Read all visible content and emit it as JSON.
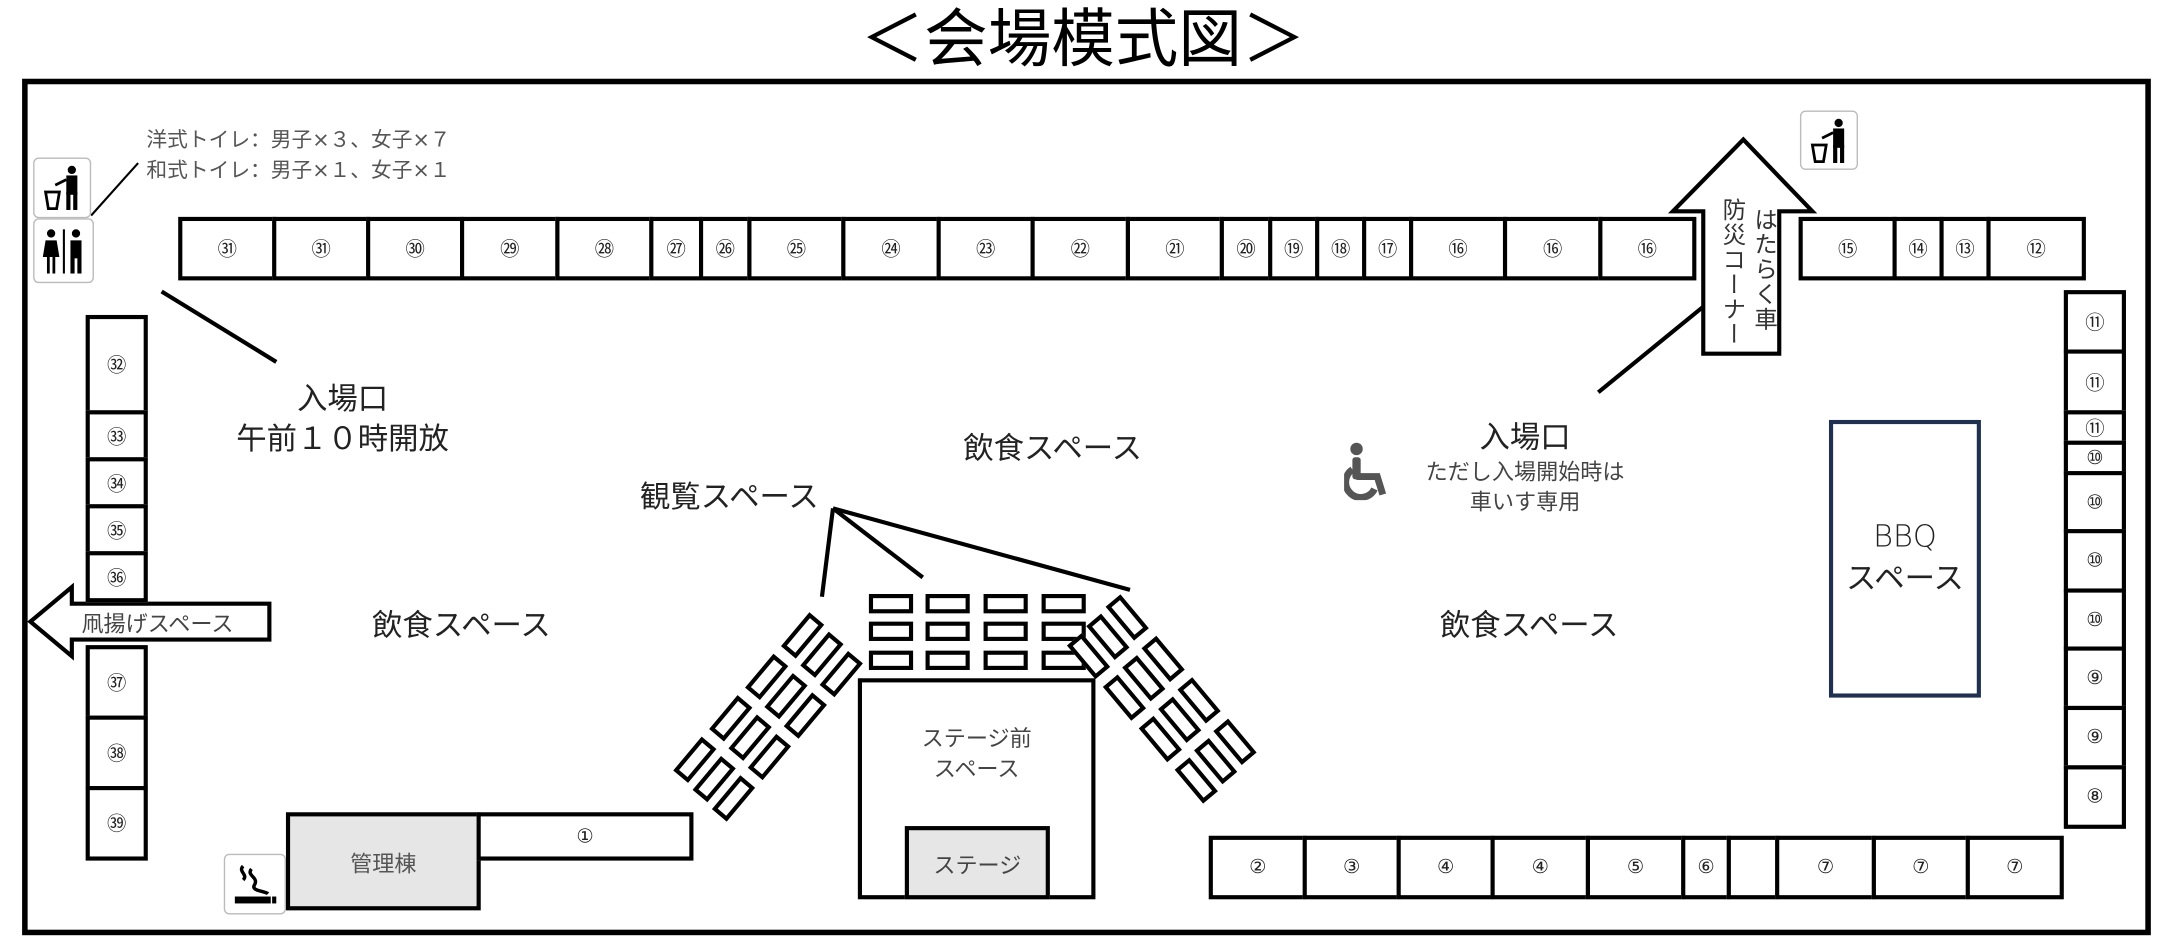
{
  "title": "＜会場模式図＞",
  "toilets": {
    "western": "洋式トイレ：男子×３、女子×７",
    "japanese": "和式トイレ：男子×１、女子×１"
  },
  "entrance_left": {
    "label": "入場口",
    "note": "午前１０時開放"
  },
  "entrance_right": {
    "label": "入場口",
    "note1": "ただし入場開始時は",
    "note2": "車いす専用"
  },
  "areas": {
    "food_center": "飲食スペース",
    "food_left": "飲食スペース",
    "food_right": "飲食スペース",
    "viewing": "観覧スペース",
    "bbq1": "BBQ",
    "bbq2": "スペース",
    "kite": "凧揚げスペース",
    "office": "管理棟",
    "stage_front1": "ステージ前",
    "stage_front2": "スペース",
    "stage": "ステージ",
    "disaster": "防災コーナー",
    "vehicles": "はたらく車"
  },
  "booths": {
    "top_left": [
      "㉛",
      "㉛",
      "㉚",
      "㉙",
      "㉘",
      "㉗",
      "㉖",
      "㉕",
      "㉔",
      "㉓",
      "㉒",
      "㉑",
      "⑳",
      "⑲",
      "⑱",
      "⑰",
      "⑯",
      "⑯",
      "⑯"
    ],
    "top_right": [
      "⑮",
      "⑭",
      "⑬",
      "⑫"
    ],
    "right": [
      "⑪",
      "⑪",
      "⑪",
      "⑩",
      "⑩",
      "⑩",
      "⑩",
      "⑨",
      "⑨",
      "⑧"
    ],
    "bottom": [
      "②",
      "③",
      "④",
      "④",
      "⑤",
      "⑥",
      "",
      "⑦",
      "⑦",
      "⑦"
    ],
    "left_upper": [
      "㉜",
      "㉝",
      "㉞",
      "㉟",
      "㊱"
    ],
    "left_lower": [
      "㊲",
      "㊳",
      "㊴"
    ],
    "one": "①"
  },
  "icons": [
    "trash-icon",
    "restroom-icon",
    "wheelchair-icon",
    "smoking-icon",
    "arrow-up-icon",
    "arrow-left-icon"
  ],
  "colors": {
    "bbq_border": "#1f3050",
    "gray_fill": "#e6e6e6"
  }
}
